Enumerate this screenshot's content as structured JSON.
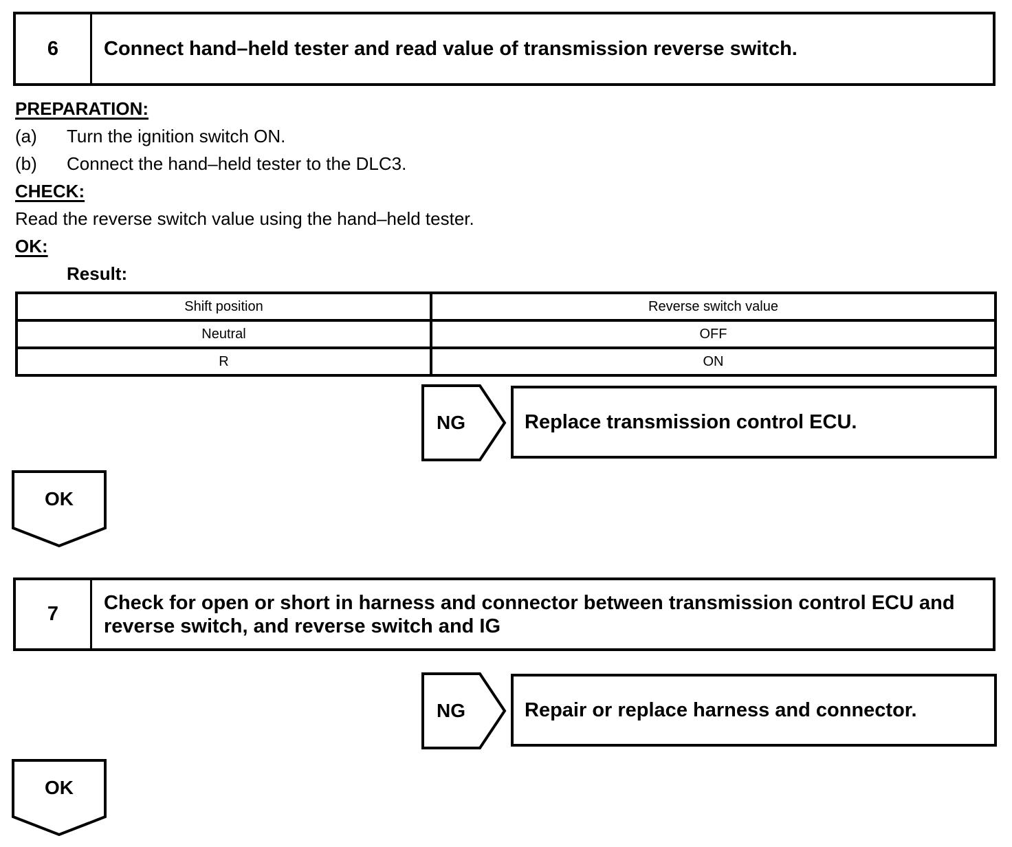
{
  "step6": {
    "number": "6",
    "title": "Connect hand–held tester and read value of transmission reverse switch."
  },
  "preparation": {
    "heading": "PREPARATION:",
    "items": [
      {
        "label": "(a)",
        "text": "Turn the ignition switch ON."
      },
      {
        "label": "(b)",
        "text": "Connect the hand–held tester to the DLC3."
      }
    ]
  },
  "check": {
    "heading": "CHECK:",
    "text": "Read the reverse switch value using the hand–held tester."
  },
  "ok_section": {
    "heading": "OK:",
    "result_label": "Result:"
  },
  "result_table": {
    "headers": [
      "Shift position",
      "Reverse switch value"
    ],
    "rows": [
      [
        "Neutral",
        "OFF"
      ],
      [
        "R",
        "ON"
      ]
    ]
  },
  "flow": {
    "ng1": {
      "label": "NG",
      "action": "Replace transmission control ECU."
    },
    "ok1": {
      "label": "OK"
    },
    "ng2": {
      "label": "NG",
      "action": "Repair or replace harness and connector."
    },
    "ok2": {
      "label": "OK"
    }
  },
  "step7": {
    "number": "7",
    "title": "Check for open or short in harness and connector between transmission control ECU and reverse switch, and reverse switch and IG"
  },
  "colors": {
    "ink": "#000000",
    "paper": "#ffffff"
  }
}
